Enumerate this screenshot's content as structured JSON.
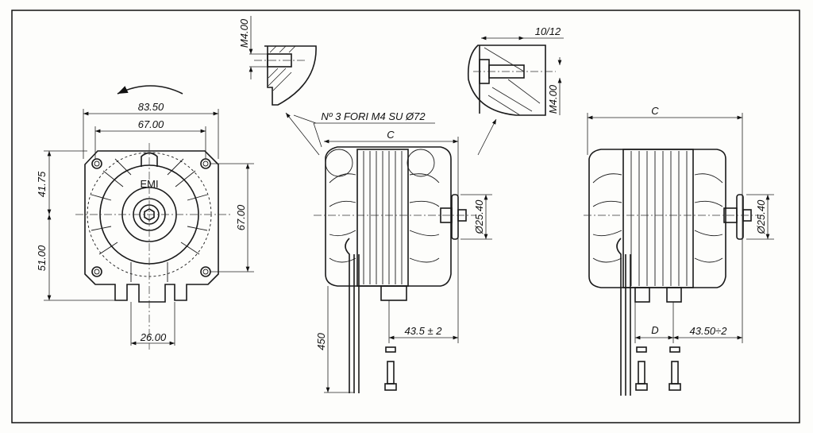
{
  "front_view": {
    "brand": "EMI",
    "dim_overall_width": "83.50",
    "dim_hole_spacing_h": "67.00",
    "dim_top_to_center": "41.75",
    "dim_center_to_bottom": "51.00",
    "dim_hole_spacing_v": "67.00",
    "dim_feet_spacing": "26.00"
  },
  "detail_left": {
    "thread": "M4.00"
  },
  "detail_right": {
    "length": "10/12",
    "thread": "M4.00"
  },
  "side_view_1": {
    "note": "Nº 3 FORI M4 SU Ø72",
    "dim_length": "C",
    "dim_hub_diameter": "Ø25.40",
    "dim_shaft": "43.5 ± 2",
    "dim_cable": "450"
  },
  "side_view_2": {
    "dim_length": "C",
    "dim_hub_diameter": "Ø25.40",
    "dim_d": "D",
    "dim_shaft": "43.50÷2"
  }
}
